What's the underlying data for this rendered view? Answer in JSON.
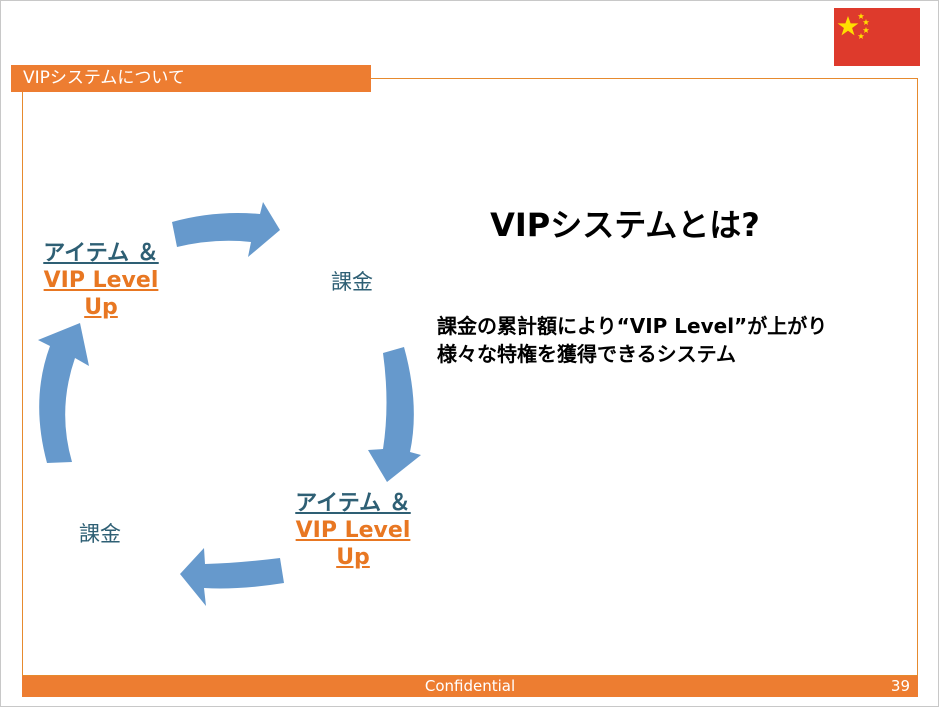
{
  "section": {
    "title": "VIPシステムについて"
  },
  "flag": {
    "name": "china-flag-icon",
    "red": "#de2910",
    "gold": "#ffde00"
  },
  "main": {
    "title": "VIPシステムとは?",
    "desc_line1": "課金の累計額により“VIP Level”が上がり",
    "desc_line2": "様々な特権を獲得できるシステム"
  },
  "cycle": {
    "node1": {
      "line1": "アイテム ＆",
      "line2": "VIP Level",
      "line3": "Up"
    },
    "node2": {
      "line1": "アイテム ＆",
      "line2": "VIP Level",
      "line3": "Up"
    },
    "kakin_top": "課金",
    "kakin_bottom": "課金",
    "arrow_color": "#6699cc"
  },
  "footer": {
    "confidential": "Confidential",
    "page": "39"
  }
}
